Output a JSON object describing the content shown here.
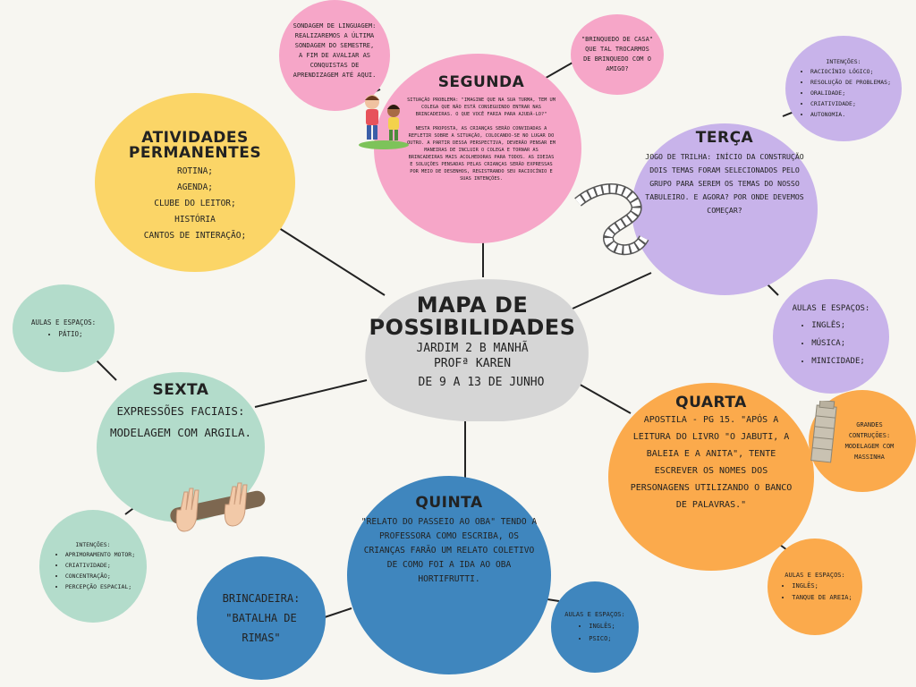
{
  "center": {
    "title_l1": "MAPA DE",
    "title_l2": "POSSIBILIDADES",
    "line1": "JARDIM 2 B MANHÃ",
    "line2": "PROFª KAREN",
    "line3": "DE 9 A 13 DE JUNHO"
  },
  "segunda": {
    "title": "SEGUNDA",
    "p1": "SITUAÇÃO PROBLEMA: \"IMAGINE QUE NA SUA TURMA, TEM UM COLEGA QUE NÃO ESTÁ CONSEGUINDO ENTRAR NAS BRINCADEIRAS. O QUE VOCÊ FARIA PARA AJUDÁ-LO?\"",
    "p2": "NESTA PROPOSTA, AS CRIANÇAS SERÃO CONVIDADAS A REFLETIR SOBRE A SITUAÇÃO, COLOCANDO-SE NO LUGAR DO OUTRO. A PARTIR DESSA PERSPECTIVA, DEVERÃO PENSAR EM MANEIRAS DE INCLUIR O COLEGA E TORNAR AS BRINCADEIRAS MAIS ACOLHEDORAS PARA TODOS. AS IDEIAS E SOLUÇÕES PENSADAS PELAS CRIANÇAS SERÃO EXPRESSAS POR MEIO DE DESENHOS, REGISTRANDO SEU RACIOCÍNIO E SUAS INTENÇÕES.",
    "sondagem": "SONDAGEM DE LINGUAGEM: REALIZAREMOS A ÚLTIMA SONDAGEM DO SEMESTRE, A FIM DE AVALIAR AS CONQUISTAS DE APRENDIZAGEM ATÉ AQUI.",
    "brinquedo": "\"BRINQUEDO DE CASA\" QUE TAL TROCARMOS DE BRINQUEDO COM O AMIGO?"
  },
  "terca": {
    "title": "TERÇA",
    "text": "JOGO DE TRILHA: INÍCIO DA CONSTRUÇÃO DOIS TEMAS FORAM SELECIONADOS PELO GRUPO PARA SEREM OS TEMAS DO NOSSO TABULEIRO. E AGORA? POR ONDE DEVEMOS COMEÇAR?",
    "intencoes_title": "INTENÇÕES:",
    "intencoes": [
      "RACIOCÍNIO LÓGICO;",
      "RESOLUÇÃO DE PROBLEMAS;",
      "ORALIDADE;",
      "CRIATIVIDADE;",
      "AUTONOMIA."
    ],
    "aulas_title": "AULAS E ESPAÇOS:",
    "aulas": [
      "INGLÊS;",
      "MÚSICA;",
      "MINICIDADE;"
    ]
  },
  "quarta": {
    "title": "QUARTA",
    "text": "APOSTILA - PG 15. \"APÓS A LEITURA DO LIVRO \"O JABUTI, A BALEIA E A ANITA\", TENTE ESCREVER OS NOMES DOS PERSONAGENS UTILIZANDO O BANCO DE PALAVRAS.\"",
    "grandes": "GRANDES CONTRUÇÕES: MODELAGEM COM MASSINHA",
    "aulas_title": "AULAS E ESPAÇOS:",
    "aulas": [
      "INGLÊS;",
      "TANQUE DE AREIA;"
    ]
  },
  "quinta": {
    "title": "QUINTA",
    "text": "\"RELATO DO PASSEIO AO OBA\" TENDO A PROFESSORA COMO ESCRIBA, OS CRIANÇAS FARÃO UM RELATO COLETIVO DE COMO FOI A IDA AO OBA HORTIFRUTTI.",
    "brincadeira": "BRINCADEIRA: \"BATALHA DE RIMAS\"",
    "aulas_title": "AULAS E ESPAÇOS:",
    "aulas": [
      "INGLÊS;",
      "PSICO;"
    ]
  },
  "sexta": {
    "title": "SEXTA",
    "text": "EXPRESSÕES FACIAIS: MODELAGEM COM ARGILA.",
    "aulas_title": "AULAS E ESPAÇOS:",
    "aulas": [
      "PÁTIO;"
    ],
    "intencoes_title": "INTENÇÕES:",
    "intencoes": [
      "APRIMORAMENTO MOTOR;",
      "CRIATIVIDADE;",
      "CONCENTRAÇÃO;",
      "PERCEPÇÃO ESPACIAL;"
    ]
  },
  "permanentes": {
    "title_l1": "ATIVIDADES",
    "title_l2": "PERMANENTES",
    "items": [
      "ROTINA;",
      "AGENDA;",
      "CLUBE DO LEITOR;",
      "HISTÓRIA",
      "CANTOS DE INTERAÇÃO;"
    ]
  },
  "colors": {
    "pink": "#f6a6c8",
    "purple": "#c8b3ea",
    "orange": "#fbaa4c",
    "blue": "#3f86be",
    "mint": "#b3dccb",
    "yellow": "#fbd567",
    "gray": "#d6d6d6"
  }
}
